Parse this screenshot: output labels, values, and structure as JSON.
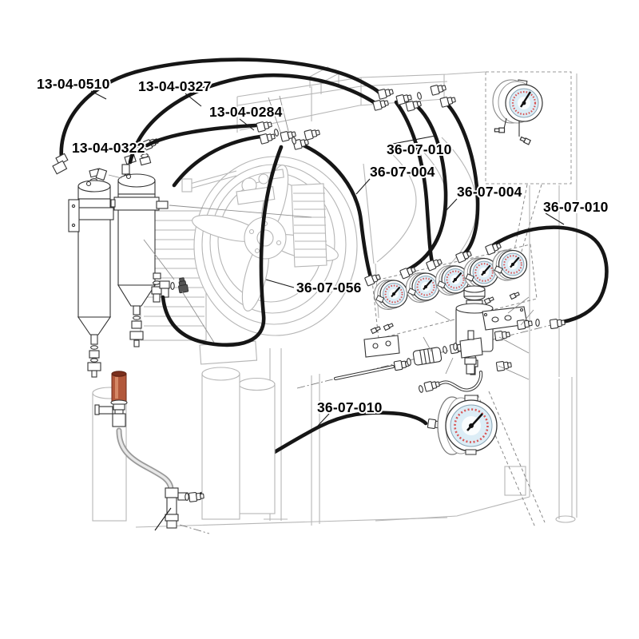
{
  "figure": {
    "kind": "exploded-parts-diagram"
  },
  "colors": {
    "background_color": "#ffffff",
    "machine_line_color": "#b6b6b6",
    "part_line_color": "#333333",
    "hose_color": "#161616",
    "label_color": "#000000",
    "gauge_face_color": "#dcedf6",
    "gauge_tick_color": "#d85555",
    "handle_color": "#b2583b"
  },
  "callouts": [
    {
      "part_number": "13-04-0510"
    },
    {
      "part_number": "13-04-0327"
    },
    {
      "part_number": "13-04-0284"
    },
    {
      "part_number": "13-04-0322"
    },
    {
      "part_number": "36-07-010"
    },
    {
      "part_number": "36-07-004"
    },
    {
      "part_number": "36-07-004"
    },
    {
      "part_number": "36-07-010"
    },
    {
      "part_number": "36-07-056"
    },
    {
      "part_number": "36-07-010"
    }
  ]
}
